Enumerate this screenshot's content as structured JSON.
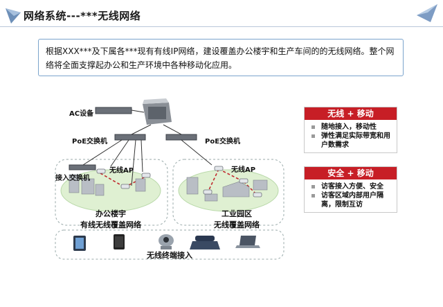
{
  "header": {
    "title": "网络系统---***无线网络"
  },
  "intro": {
    "text": "根据XXX***及下属各***现有有线IP网络，建设覆盖办公楼宇和生产车间的的无线网络。整个网络将全面支撑起办公和生产环境中各种移动化应用。"
  },
  "diagram": {
    "ac_label": "AC设备",
    "poe_left": "PoE交换机",
    "poe_right": "PoE交换机",
    "access_switch": "接入交换机",
    "ap_left": "无线AP",
    "ap_right": "无线AP",
    "zone_office_line1": "办公楼宇",
    "zone_office_line2": "有线无线覆盖网络",
    "zone_park_line1": "工业园区",
    "zone_park_line2": "无线覆盖网络",
    "terminals": "无线终端接入"
  },
  "panels": [
    {
      "title": "无线 + 移动",
      "items": [
        "随地接入，移动性",
        "弹性满足实际带宽和用户数需求"
      ]
    },
    {
      "title": "安全 + 移动",
      "items": [
        "访客接入方便、安全",
        "访客区域内部用户隔离，限制互访"
      ]
    }
  ],
  "colors": {
    "accent_red": "#c71e26",
    "intro_border": "#7aa3cc",
    "zone_fill": "#eaf6e2",
    "signal_dash": "#c0272d"
  },
  "icons": [
    "triangle-logo-icon",
    "triangle-corner-icon",
    "tablet-icon",
    "phone-icon",
    "camera-icon",
    "desk-phone-icon",
    "laptop-icon"
  ]
}
